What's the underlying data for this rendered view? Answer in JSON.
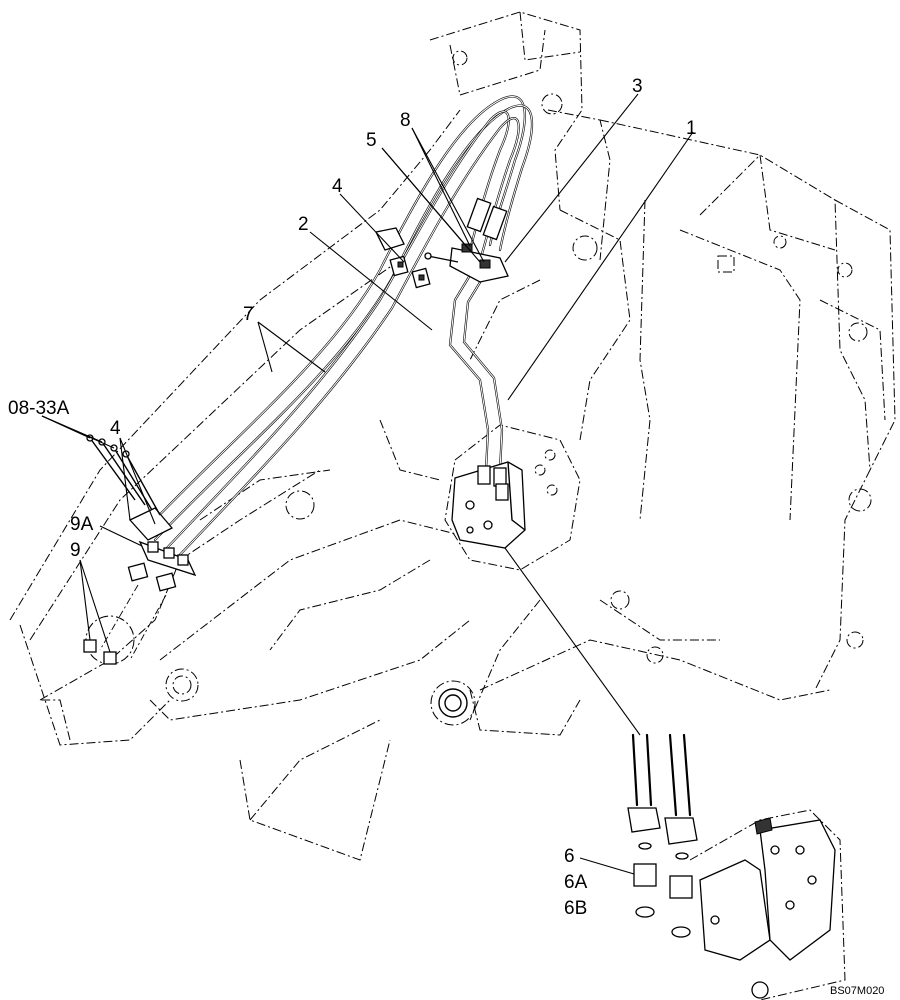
{
  "callouts": {
    "c1": "1",
    "c2": "2",
    "c3": "3",
    "c4a": "4",
    "c4b": "4",
    "c5": "5",
    "c6": "6",
    "c6a": "6A",
    "c6b": "6B",
    "c7": "7",
    "c8": "8",
    "c9": "9",
    "c9a": "9A",
    "c0833a": "08-33A"
  },
  "figure_code": "BS07M020"
}
